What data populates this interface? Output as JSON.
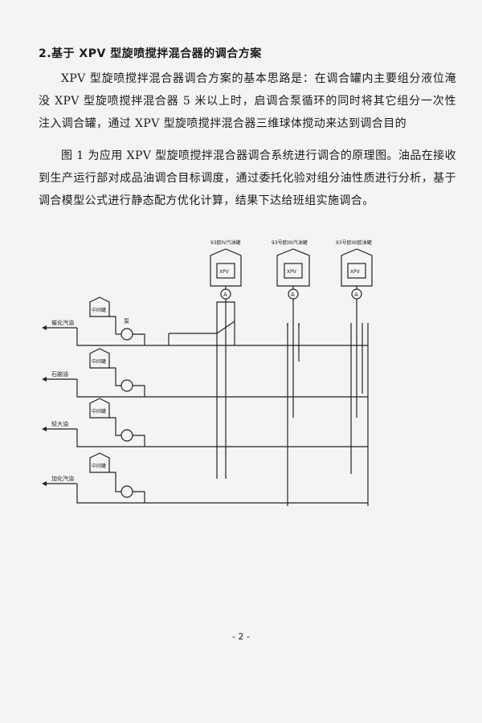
{
  "section": {
    "heading": "2.基于 XPV 型旋喷搅拌混合器的调合方案",
    "paragraph1": "XPV 型旋喷搅拌混合器调合方案的基本思路是：在调合罐内主要组分液位淹没 XPV 型旋喷搅拌混合器 5 米以上时，启调合泵循环的同时将其它组分一次性注入调合罐，通过 XPV 型旋喷搅拌混合器三维球体搅动来达到调合目的",
    "paragraph2": "图 1 为应用 XPV 型旋喷搅拌混合器调合系统进行调合的原理图。油品在接收到生产运行部对成品油调合目标调度，通过委托化验对组分油性质进行分析，基于调合模型公式进行静态配方优化计算，结果下达给班组实施调合。"
  },
  "diagram": {
    "product_tanks": [
      {
        "label": "93欧IV汽油罐",
        "mixer": "XPV",
        "analyzer": "A"
      },
      {
        "label": "93号欧IIII汽油罐",
        "mixer": "XPV",
        "analyzer": "A"
      },
      {
        "label": "93号欧IIII欧油罐",
        "mixer": "XPV",
        "analyzer": "A"
      }
    ],
    "component_lines": [
      {
        "feed_label": "催化汽油",
        "tank_label": "中间罐",
        "pump_label": "泵"
      },
      {
        "feed_label": "石脑油",
        "tank_label": "中间罐",
        "pump_label": ""
      },
      {
        "feed_label": "轻大油",
        "tank_label": "中间罐",
        "pump_label": ""
      },
      {
        "feed_label": "加化汽油",
        "tank_label": "中间罐",
        "pump_label": ""
      }
    ]
  },
  "footer": {
    "page_number": "- 2 -"
  }
}
